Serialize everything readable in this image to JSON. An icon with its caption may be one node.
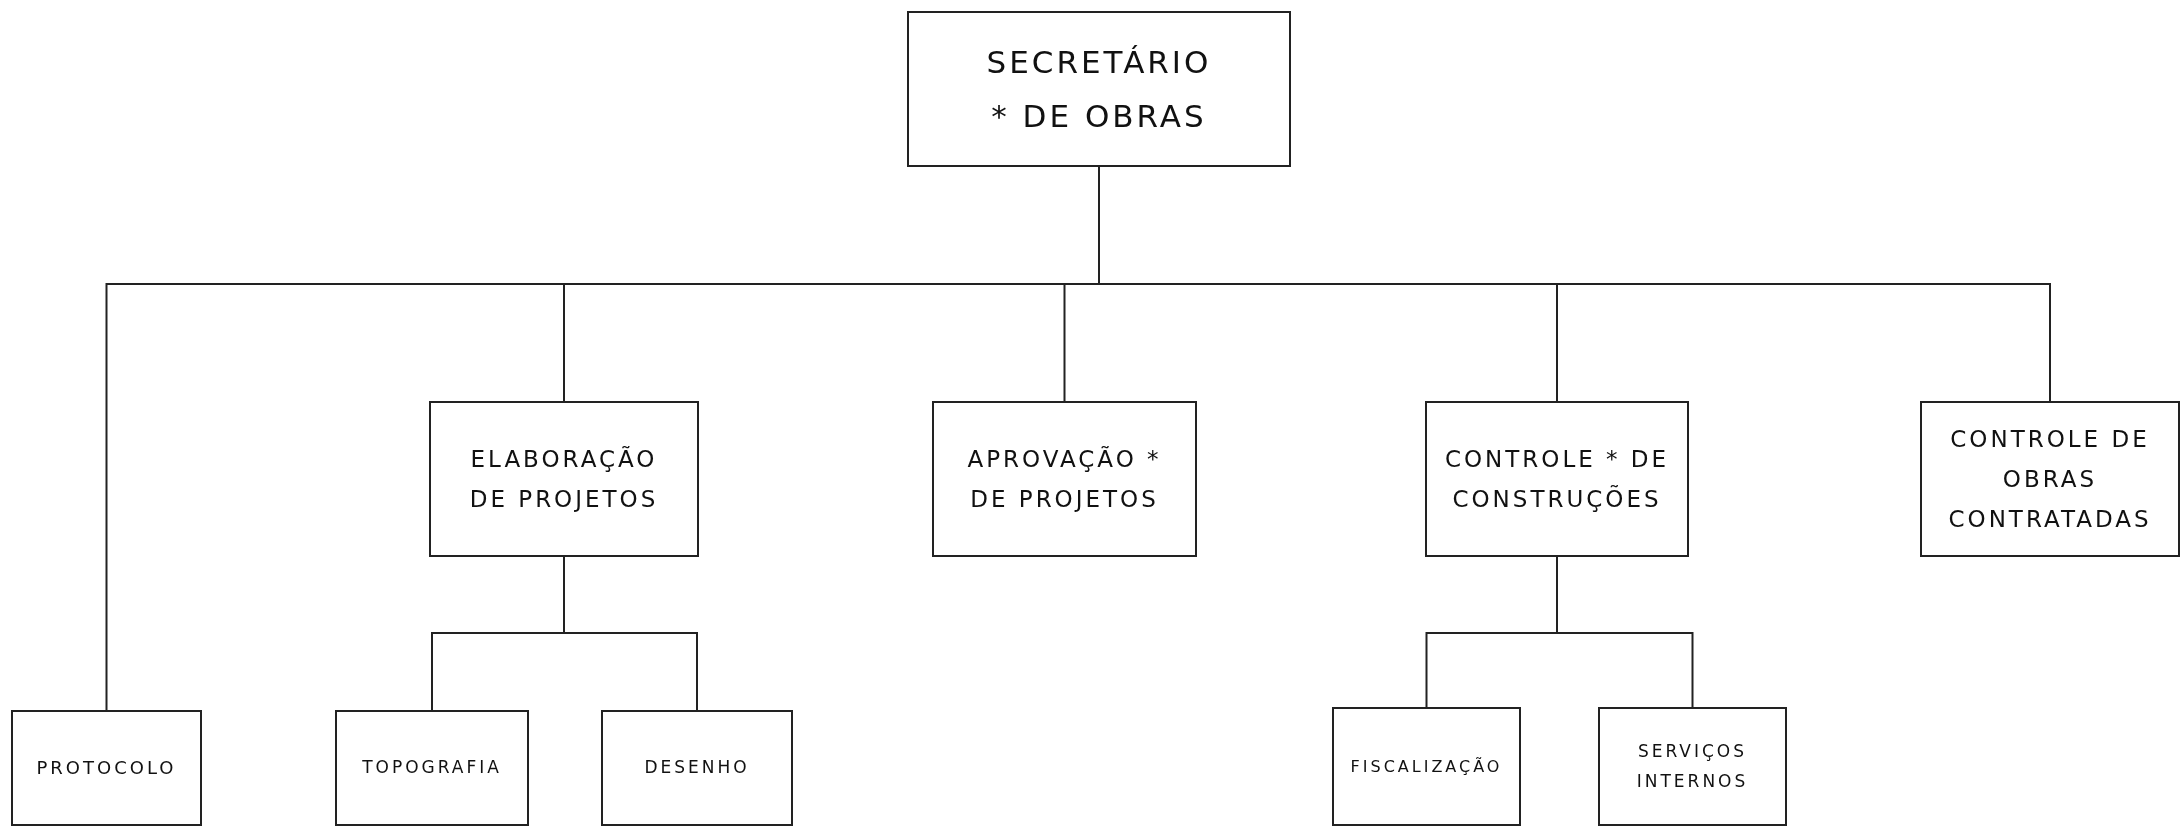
{
  "diagram": {
    "nodes": [
      {
        "text": [
          "SECRETÁRIO * DE OBRAS"
        ]
      },
      {
        "text": [
          "ELABORAÇÃO DE PROJETOS"
        ]
      },
      {
        "text": [
          "APROVAÇÃO * DE PROJETOS"
        ]
      },
      {
        "text": [
          "CONTROLE * DE CONSTRUÇÕES"
        ]
      },
      {
        "text": [
          "CONTROLE DE OBRAS CONTRATADAS"
        ]
      },
      {
        "text": [
          "PROTOCOLO"
        ]
      },
      {
        "text": [
          "TOPOGRAFIA"
        ]
      },
      {
        "text": [
          "DESENHO"
        ]
      },
      {
        "text": [
          "FISCALIZAÇÃO"
        ]
      },
      {
        "text": [
          "SERVIÇOS INTERNOS"
        ]
      }
    ],
    "edges": [
      {
        "from": 0,
        "to": 5,
        "arrow": "none"
      },
      {
        "from": 0,
        "to": 1,
        "arrow": "none"
      },
      {
        "from": 0,
        "to": 2,
        "arrow": "none"
      },
      {
        "from": 0,
        "to": 3,
        "arrow": "none"
      },
      {
        "from": 0,
        "to": 4,
        "arrow": "none"
      },
      {
        "from": 1,
        "to": 6,
        "arrow": "none"
      },
      {
        "from": 1,
        "to": 7,
        "arrow": "none"
      },
      {
        "from": 3,
        "to": 8,
        "arrow": "none"
      },
      {
        "from": 3,
        "to": 9,
        "arrow": "none"
      }
    ]
  }
}
